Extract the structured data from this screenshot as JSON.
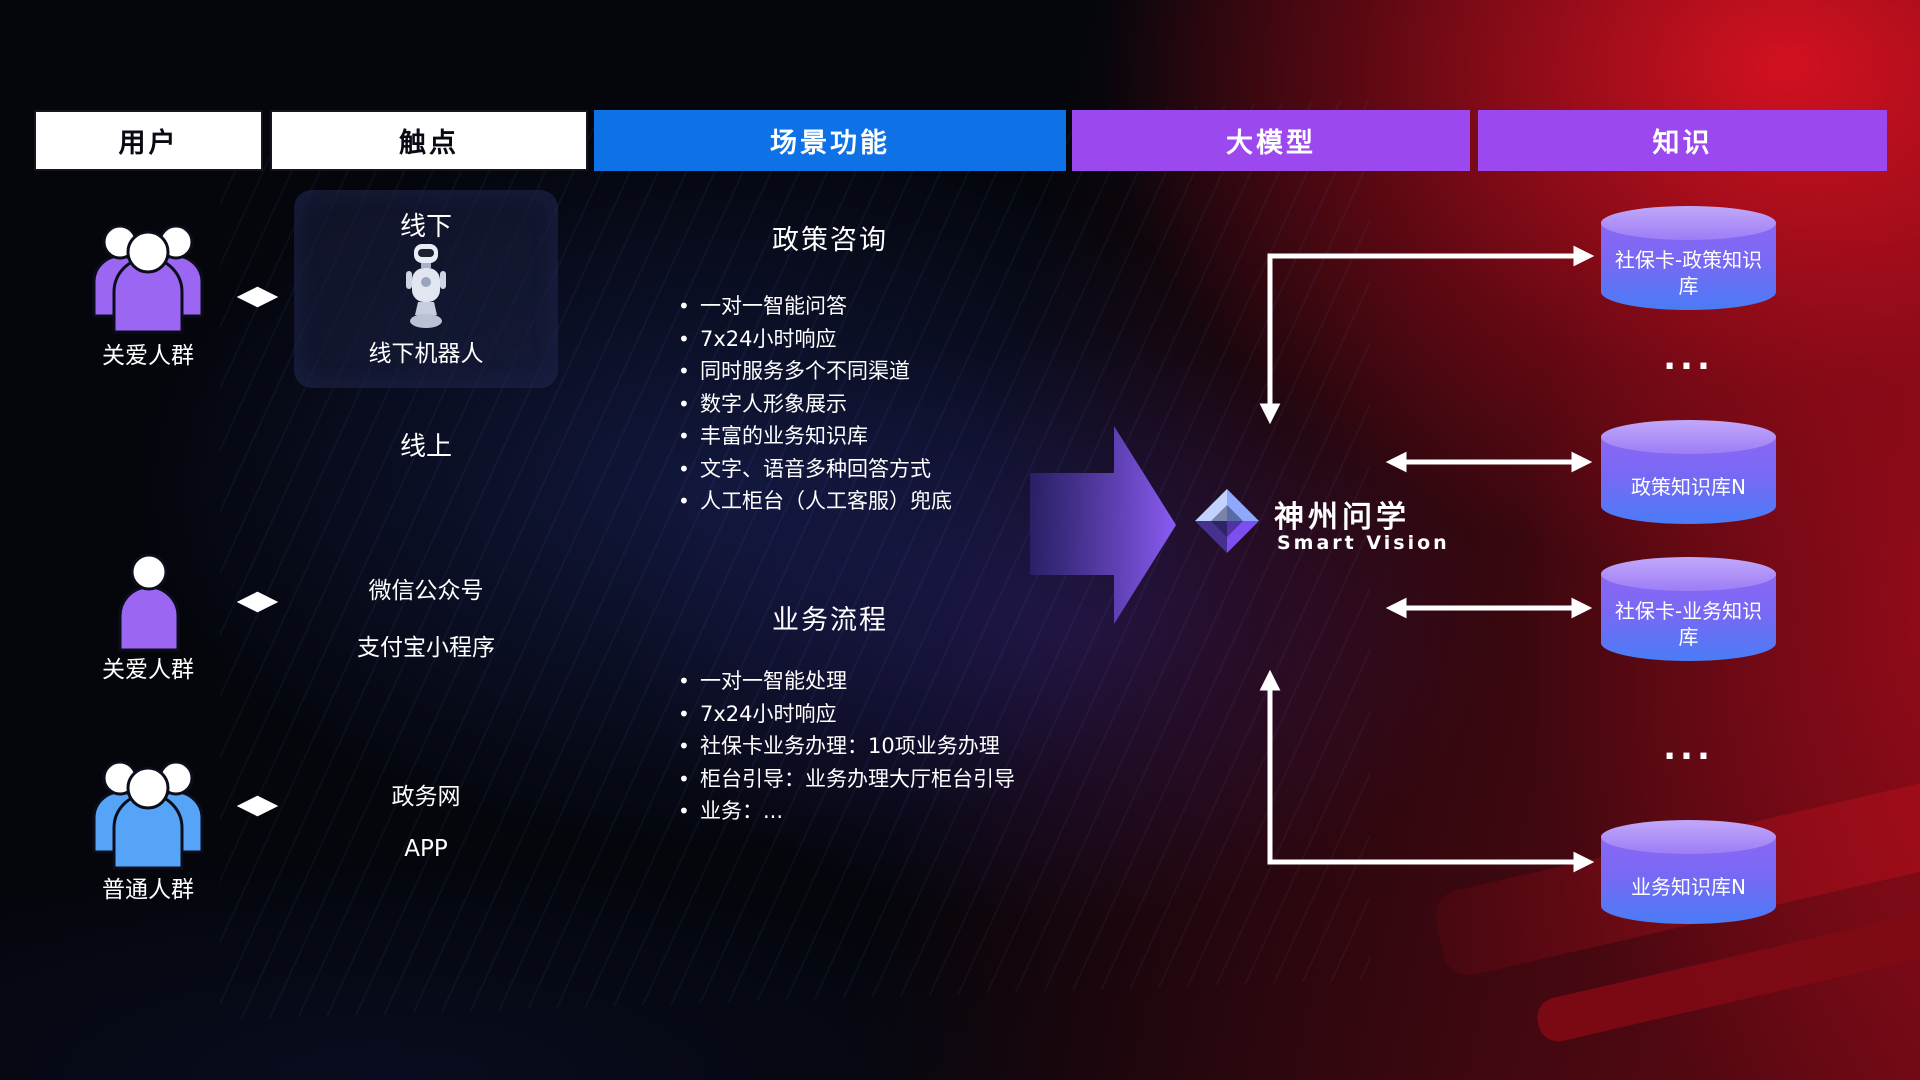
{
  "header": {
    "col_user": "用户",
    "col_touchpoint": "触点",
    "col_scene": "场景功能",
    "col_model": "大模型",
    "col_knowledge": "知识"
  },
  "users": {
    "group1_label": "关爱人群",
    "group2_label": "关爱人群",
    "group3_label": "普通人群"
  },
  "touchpoints": {
    "offline_title": "线下",
    "offline_robot_label": "线下机器人",
    "online_label": "线上",
    "wechat": "微信公众号",
    "alipay": "支付宝小程序",
    "gov": "政务网",
    "app": "APP"
  },
  "scenes": {
    "policy": {
      "title": "政策咨询",
      "items": [
        "一对一智能问答",
        "7x24小时响应",
        "同时服务多个不同渠道",
        "数字人形象展示",
        "丰富的业务知识库",
        "文字、语音多种回答方式",
        "人工柜台（人工客服）兜底"
      ]
    },
    "business": {
      "title": "业务流程",
      "items": [
        "一对一智能处理",
        "7x24小时响应",
        "社保卡业务办理：10项业务办理",
        "柜台引导：业务办理大厅柜台引导",
        "业务：..."
      ]
    }
  },
  "model": {
    "name": "神州问学",
    "subtitle": "Smart Vision"
  },
  "knowledge": {
    "db1": "社保卡-政策知识库",
    "ellipsis1": "...",
    "db2": "政策知识库N",
    "db3": "社保卡-业务知识库",
    "ellipsis2": "...",
    "db4": "业务知识库N"
  },
  "colors": {
    "header_blue": "#0e72e6",
    "header_purple": "#9b48ef",
    "user_purple": "#9a66f2",
    "user_blue": "#55a4f7",
    "cyl_top": "#c2a8fa",
    "cyl_mid": "#8a68f3",
    "cyl_bottom": "#4a7cf6",
    "flow_arrow_dark": "#2e2370",
    "flow_arrow_light": "#8a5cf4",
    "connector_white": "#ffffff",
    "bg_red": "#c01020"
  }
}
